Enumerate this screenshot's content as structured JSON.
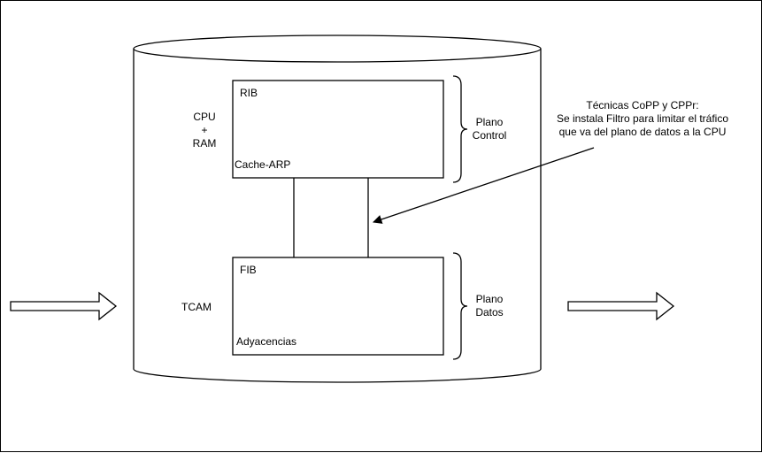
{
  "device": {
    "cpu_label_lines": [
      "CPU",
      "+",
      "RAM"
    ],
    "tcam_label": "TCAM"
  },
  "control_box": {
    "title": "RIB",
    "footer": "Cache-ARP"
  },
  "data_box": {
    "title": "FIB",
    "footer": "Adyacencias"
  },
  "planes": {
    "control_lines": [
      "Plano",
      "Control"
    ],
    "data_lines": [
      "Plano",
      "Datos"
    ]
  },
  "annotation": {
    "lines": [
      "Técnicas CoPP y CPPr:",
      "Se instala Filtro para limitar el tráfico",
      "que va del plano de datos a la CPU"
    ]
  },
  "colors": {
    "stroke": "#000000",
    "fill": "#ffffff",
    "text": "#000000"
  }
}
